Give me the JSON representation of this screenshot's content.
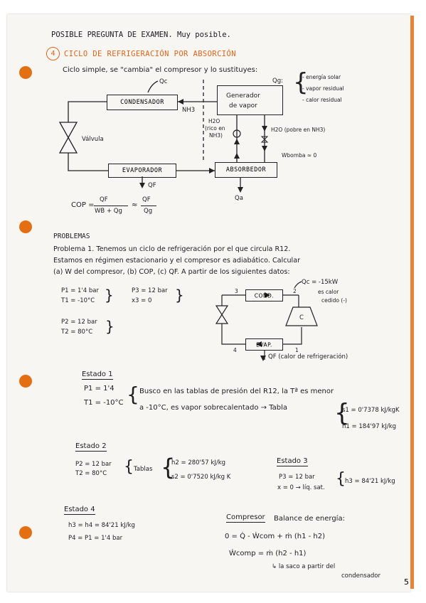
{
  "header": {
    "title": "POSIBLE PREGUNTA DE EXAMEN. Muy posible.",
    "topic_number": "4",
    "topic_title": "CICLO DE REFRIGERACIÓN POR ABSORCIÓN"
  },
  "intro": "Ciclo simple, se \"cambia\" el compresor y lo sustituyes:",
  "diagram1": {
    "condensador": "CONDENSADOR",
    "generador_line1": "Generador",
    "generador_line2": "de vapor",
    "evaporador": "EVAPORADOR",
    "absorbedor": "ABSORBEDOR",
    "qc": "Qc",
    "qg": "Qg:",
    "qg_sources": [
      "- energía solar",
      "- vapor residual",
      "- calor residual"
    ],
    "nh3": "NH3",
    "valvula": "Válvula",
    "h2o_rico_1": "H2O",
    "h2o_rico_2": "(rico en",
    "h2o_rico_3": "NH3)",
    "h2o_pobre": "H2O (pobre en NH3)",
    "wbomba": "Wbomba ≈ 0",
    "qf": "QF",
    "qa": "Qa"
  },
  "cop": {
    "lhs": "COP =",
    "num1": "QF",
    "den1": "WB + Qg",
    "approx": "≈",
    "num2": "QF",
    "den2": "Qg"
  },
  "problemas": {
    "heading": "PROBLEMAS",
    "statement": [
      "Problema 1. Tenemos un ciclo de refrigeración por el que circula R12.",
      "Estamos en régimen estacionario y el compresor es adiabático. Calcular",
      "(a) W del compresor, (b) COP, (c) QF. A partir de los siguientes datos:"
    ],
    "data_p1": "P1 = 1'4 bar",
    "data_t1": "T1 = -10°C",
    "data_p3": "P3 = 12 bar",
    "data_x3": "x3 = 0",
    "data_p2": "P2 = 12 bar",
    "data_t2": "T2 = 80°C",
    "qc_value": "Qc = -15kW",
    "qc_note_1": "es calor",
    "qc_note_2": "cedido (-)",
    "cond": "COND.",
    "evap": "EVAP.",
    "comp": "C",
    "n1": "1",
    "n2": "2",
    "n3": "3",
    "n4": "4",
    "qf_note": "QF (calor de refrigeración)"
  },
  "estado1": {
    "heading": "Estado 1",
    "p1": "P1 = 1'4",
    "t1": "T1 = -10°C",
    "text1": "Busco en las tablas de presión del R12, la Tª es menor",
    "text2": "a -10°C, es vapor sobrecalentado → Tabla",
    "s1": "s1 = 0'7378 kJ/kgK",
    "h1": "h1 = 184'97 kJ/kg"
  },
  "estado2": {
    "heading": "Estado 2",
    "p2": "P2 = 12 bar",
    "t2": "T2 = 80°C",
    "tablas": "Tablas",
    "h2": "h2 = 280'57 kJ/kg",
    "s2": "s2 = 0'7520 kJ/kg K"
  },
  "estado3": {
    "heading": "Estado 3",
    "p3": "P3 = 12 bar",
    "x": "x = 0 → líq. sat.",
    "h3": "h3 = 84'21 kJ/kg"
  },
  "estado4": {
    "heading": "Estado 4",
    "h4": "h3 = h4 = 84'21 kJ/kg",
    "p4": "P4 = P1 = 1'4 bar"
  },
  "compresor": {
    "heading": "Compresor",
    "balance": "Balance de energía:",
    "eq1": "0 = Q̇ - Ẇcom + ṁ (h1 - h2)",
    "eq2": "Ẇcomp = ṁ (h2 - h1)",
    "eq3": "↳ la saco a partir del",
    "eq4": "condensador"
  },
  "page_number": "5",
  "colors": {
    "accent": "#e2641a",
    "hole": "#e46f12",
    "ink": "#1d1d1d",
    "paper": "#f7f6f2"
  }
}
